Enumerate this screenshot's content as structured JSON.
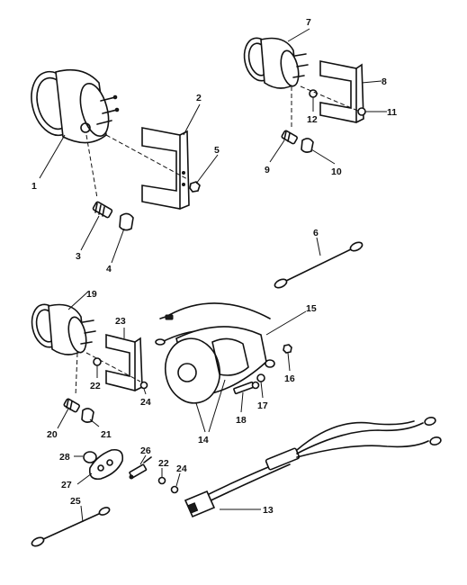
{
  "callouts": {
    "c1": "1",
    "c2": "2",
    "c3": "3",
    "c4": "4",
    "c5": "5",
    "c6": "6",
    "c7": "7",
    "c8": "8",
    "c9": "9",
    "c10": "10",
    "c11": "11",
    "c12": "12",
    "c13": "13",
    "c14": "14",
    "c15": "15",
    "c16": "16",
    "c17": "17",
    "c18": "18",
    "c19": "19",
    "c20": "20",
    "c21": "21",
    "c22a": "22",
    "c22b": "22",
    "c23": "23",
    "c24a": "24",
    "c24b": "24",
    "c25": "25",
    "c26": "26",
    "c27": "27",
    "c28": "28"
  }
}
